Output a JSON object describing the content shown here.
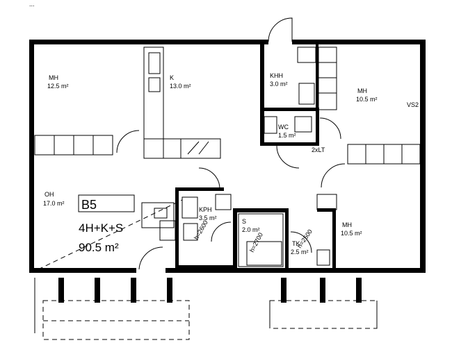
{
  "header": {
    "text": "..."
  },
  "rooms": {
    "mh1": {
      "name": "MH",
      "area": "12.5 m²"
    },
    "k": {
      "name": "K",
      "area": "13.0 m²"
    },
    "khh": {
      "name": "KHH",
      "area": "3.0 m²"
    },
    "mh2": {
      "name": "MH",
      "area": "10.5 m²"
    },
    "wc": {
      "name": "WC",
      "area": "1.5 m²"
    },
    "oh": {
      "name": "OH",
      "area": "17.0 m²"
    },
    "kph": {
      "name": "KPH",
      "area": "3.5 m²"
    },
    "s": {
      "name": "S",
      "area": "2.0 m²"
    },
    "tk": {
      "name": "TK",
      "area": "2.5 m²"
    },
    "mh3": {
      "name": "MH",
      "area": "10.5 m²"
    }
  },
  "labels": {
    "vs2": "VS2",
    "door_2xlt": "2xLT",
    "h2600": "h=2600",
    "h2700": "h=2700",
    "h2500": "h=2500"
  },
  "apartment": {
    "id": "B5",
    "type": "4H+K+S",
    "total": "90.5 m²"
  }
}
